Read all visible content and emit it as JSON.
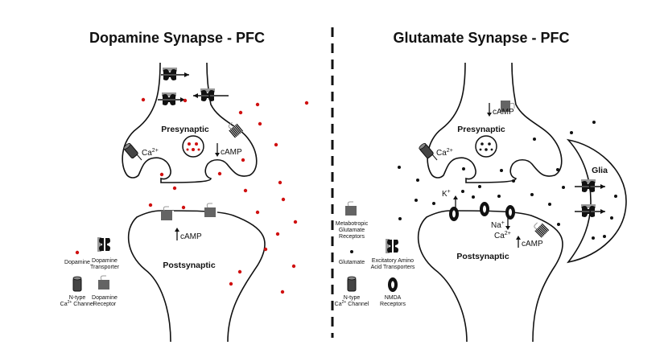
{
  "left": {
    "title": "Dopamine Synapse - PFC",
    "presynaptic": "Presynaptic",
    "postsynaptic": "Postsynaptic",
    "ca_label": "Ca",
    "ca_sup": "2+",
    "camp_pre": "cAMP",
    "camp_post": "cAMP",
    "legend": {
      "dopamine": "Dopamine",
      "transporter_l1": "Dopamine",
      "transporter_l2": "Transporter",
      "channel_l1": "N-type",
      "channel_l2": "Ca",
      "channel_l2_sup": "2+",
      "channel_l2_end": " Channel",
      "receptor_l1": "Dopamine",
      "receptor_l2": "Receptor"
    }
  },
  "right": {
    "title": "Glutamate Synapse - PFC",
    "presynaptic": "Presynaptic",
    "postsynaptic": "Postsynaptic",
    "glia": "Glia",
    "camp_pre": "cAMP",
    "camp_post": "cAMP",
    "ca_label": "Ca",
    "ca_sup": "2+",
    "k_label": "K",
    "k_sup": "+",
    "na_label": "Na",
    "na_sup": "+",
    "ca2_label": "Ca",
    "ca2_sup": "2+",
    "legend": {
      "mglur_l1": "Metabotropic",
      "mglur_l2": "Glutamate",
      "mglur_l3": "Receptors",
      "glutamate": "Glutamate",
      "eaat_l1": "Excitatory Amino",
      "eaat_l2": "Acid Transporters",
      "channel_l1": "N-type",
      "channel_l2": "Ca",
      "channel_l2_sup": "2+",
      "channel_l2_end": " Channel",
      "nmda_l1": "NMDA",
      "nmda_l2": "Receptors"
    }
  },
  "colors": {
    "dopamine": "#d01010",
    "glutamate": "#111111",
    "membrane": "#111111",
    "transporter_shadow": "#9a9a9a"
  }
}
